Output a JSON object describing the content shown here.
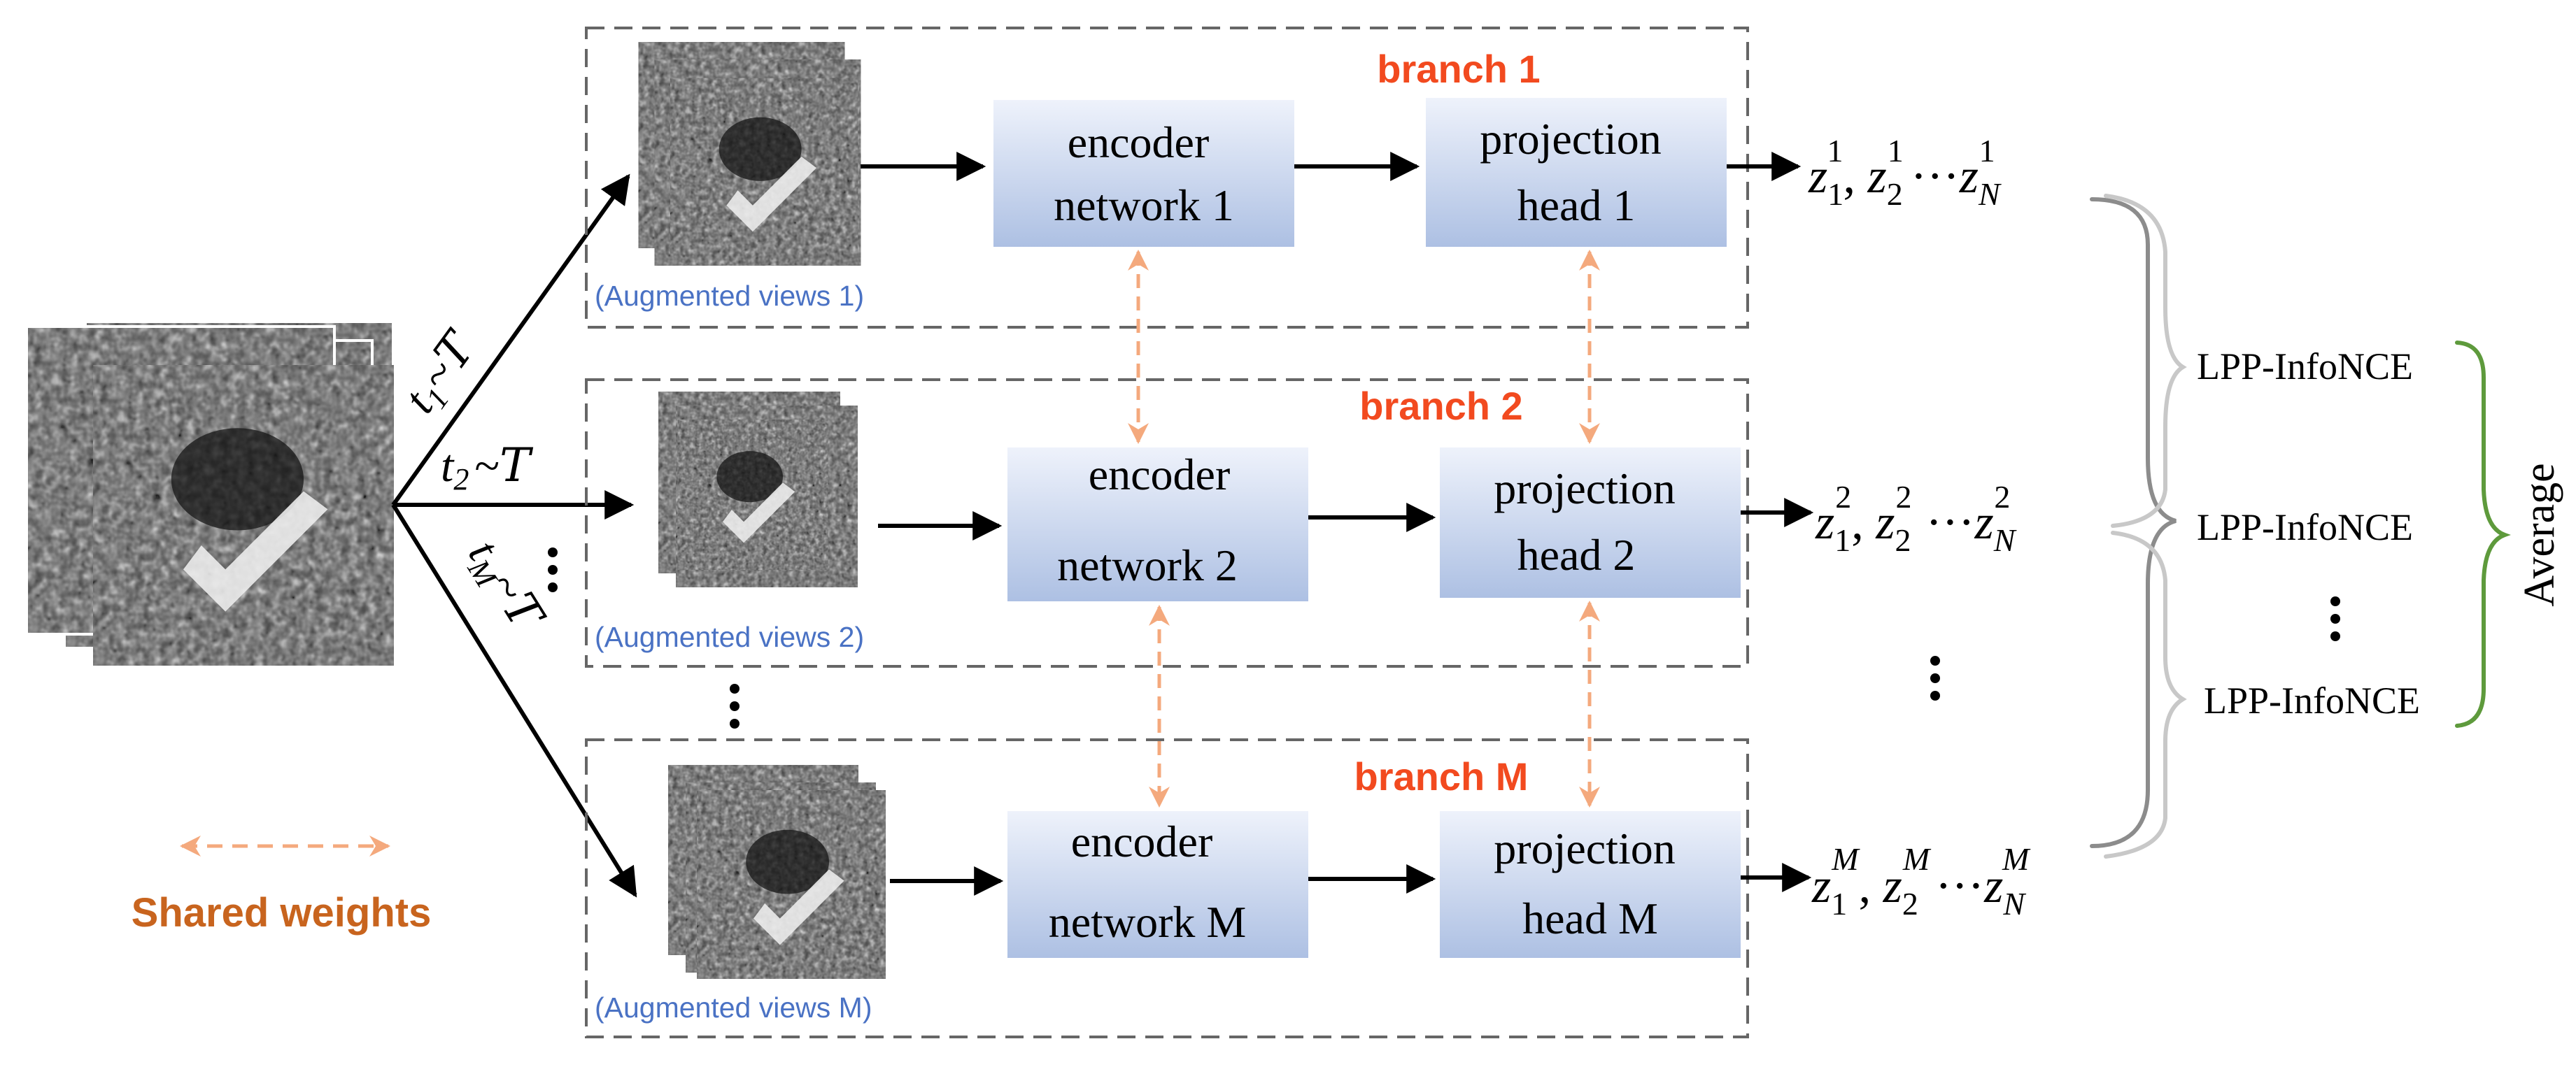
{
  "branches": [
    {
      "label": "branch 1",
      "encoder": [
        "encoder",
        "network 1"
      ],
      "projection": [
        "projection",
        "head 1"
      ],
      "views": "(Augmented views 1)",
      "z": [
        "z",
        "1",
        "1",
        ", ",
        "z",
        "2",
        "1",
        "···",
        "z",
        "N",
        "1"
      ]
    },
    {
      "label": "branch 2",
      "encoder": [
        "encoder",
        "network 2"
      ],
      "projection": [
        "projection",
        "head 2"
      ],
      "views": "(Augmented views 2)",
      "z": [
        "z",
        "1",
        "2",
        ", ",
        "z",
        "2",
        "2",
        "···",
        "z",
        "N",
        "2"
      ]
    },
    {
      "label": "branch M",
      "encoder": [
        "encoder",
        "network M"
      ],
      "projection": [
        "projection",
        "head M"
      ],
      "views": "(Augmented views M)",
      "z": [
        "z",
        "1",
        "M",
        ", ",
        "z",
        "2",
        "M",
        "···",
        "z",
        "N",
        "M"
      ]
    }
  ],
  "transforms": [
    {
      "t": "t",
      "sub": "1",
      "rest": "~",
      "set": "T"
    },
    {
      "t": "t",
      "sub": "2",
      "rest": "~",
      "set": "T"
    },
    {
      "t": "t",
      "sub": "M",
      "rest": "~",
      "set": "T"
    }
  ],
  "losses": [
    "LPP-InfoNCE",
    "LPP-InfoNCE",
    "LPP-InfoNCE"
  ],
  "average": "Average",
  "shared_weights": "Shared weights",
  "colors": {
    "branch_label": "#f24a1f",
    "views_label": "#4a72c4",
    "shared_label": "#c8641e",
    "shared_arrow": "#f4a97d",
    "box_top": "#eef2fb",
    "box_bottom": "#adc0e3",
    "dashed_frame": "#666666",
    "brace_dark": "#8c8c8c",
    "brace_light": "#c8c8c8",
    "brace_green": "#5e9a3c"
  }
}
